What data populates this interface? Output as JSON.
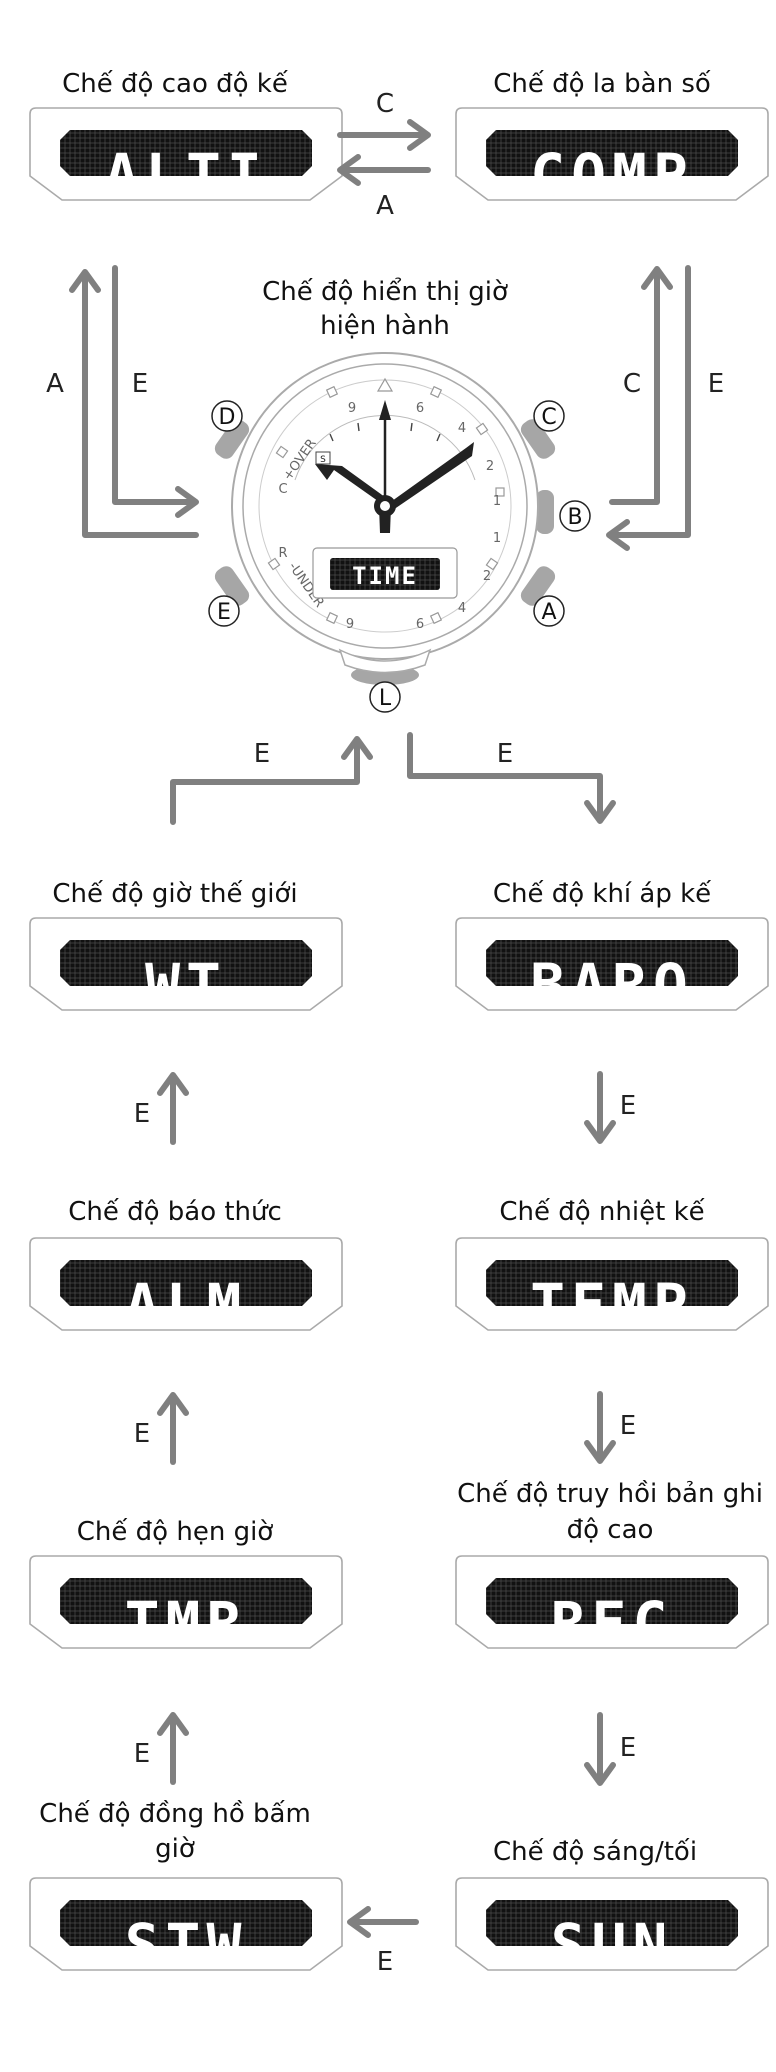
{
  "modes": {
    "alti": {
      "title": "Chế độ cao độ kế",
      "display": "ALTI"
    },
    "comp": {
      "title": "Chế độ la bàn số",
      "display": "COMP"
    },
    "current_time": {
      "title_line1": "Chế độ hiển thị giờ",
      "title_line2": "hiện hành",
      "display": "TIME"
    },
    "wt": {
      "title": "Chế độ giờ thế giới",
      "display": "WT"
    },
    "baro": {
      "title": "Chế độ khí áp kế",
      "display": "BARO"
    },
    "alm": {
      "title": "Chế độ báo thức",
      "display": "ALM"
    },
    "temp": {
      "title": "Chế độ nhiệt kế",
      "display": "TEMP"
    },
    "tmr": {
      "title": "Chế độ hẹn giờ",
      "display": "TMR"
    },
    "rec": {
      "title_line1": "Chế độ truy hồi bản ghi",
      "title_line2": "độ cao",
      "display": "REC"
    },
    "stw": {
      "title_line1": "Chế độ đồng hồ bấm",
      "title_line2": "giờ",
      "display": "STW"
    },
    "sun": {
      "title": "Chế độ sáng/tối",
      "display": "SUN"
    }
  },
  "transitions": {
    "alti_to_comp": "C",
    "comp_to_alti": "A",
    "time_to_alti": "A",
    "alti_to_time": "E",
    "time_to_comp": "C",
    "comp_to_time": "E",
    "wt_to_time": "E",
    "time_to_baro": "E",
    "alm_to_wt": "E",
    "baro_to_temp": "E",
    "tmr_to_alm": "E",
    "temp_to_rec": "E",
    "stw_to_tmr": "E",
    "rec_to_sun": "E",
    "sun_to_stw": "E"
  },
  "watch": {
    "buttons": {
      "a": "A",
      "b": "B",
      "c": "C",
      "d": "D",
      "e": "E",
      "l": "L"
    },
    "dial": {
      "over_label": "+OVER",
      "under_label": "-UNDER",
      "c_label": "C",
      "r_label": "R",
      "top_left": "9",
      "top_center": "6",
      "top_right": "4",
      "right_top": "2",
      "right_mid": "1",
      "right_bottom": "1",
      "right_low": "2",
      "bottom_center": "6",
      "bottom_left": "9",
      "bottom_right": "4",
      "indicator": "S"
    }
  },
  "colors": {
    "arrow": "#808080",
    "lcd": "#111111",
    "outline": "#aaaaaa",
    "button": "#a6a6a6"
  }
}
